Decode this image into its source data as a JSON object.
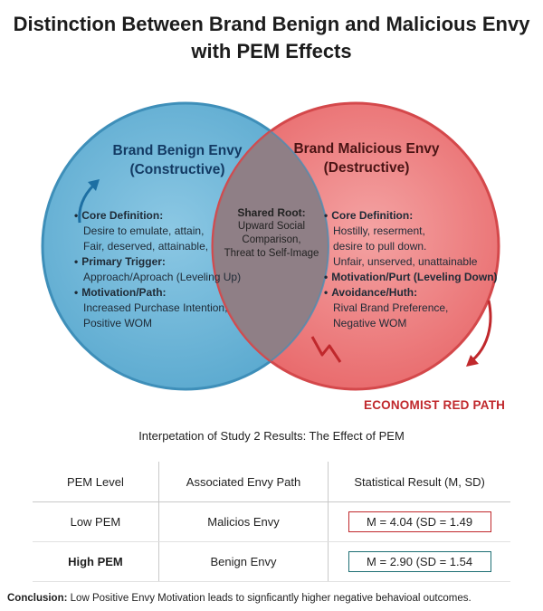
{
  "title": {
    "line1": "Distinction Between Brand Benign and Malicious Envy",
    "line2": "with PEM Effects"
  },
  "venn": {
    "benign": {
      "title_line1": "Brand Benign Envy",
      "title_line2": "(Constructive)",
      "core_label": "Core Definition:",
      "core_line1": "Desire to emulate, attain,",
      "core_line2": "Fair, deserved, attainable,",
      "trigger_label": "Primary Trigger:",
      "trigger_text": "Approach/Aproach (Leveling Up)",
      "motivation_label": "Motivation/Path:",
      "motivation_line1": "Increased Purchase Intention,",
      "motivation_line2": "Positive WOM",
      "color": "#5aa9cf"
    },
    "shared": {
      "label": "Shared Root:",
      "line1": "Upward Social",
      "line2": "Comparison,",
      "line3": "Threat to Self-Image"
    },
    "malicious": {
      "title_line1": "Brand Malicious Envy",
      "title_line2": "(Destructive)",
      "core_label": "Core Definition:",
      "core_line1": "Hostilly, reserment,",
      "core_line2": "desire to pull down.",
      "core_line3": "Unfair, unserved, unattainable",
      "motivation_label": "Motivation/Purt (Leveling Down)",
      "avoidance_label": "Avoidance/Huth:",
      "avoidance_line1": "Rival Brand Preference,",
      "avoidance_line2": "Negative WOM",
      "path_label": "ECONOMIST RED PATH",
      "color": "#e8686a"
    }
  },
  "results": {
    "subtitle": "Interpetation of Study 2 Results: The Effect of PEM",
    "headers": [
      "PEM Level",
      "Associated Envy Path",
      "Statistical Result (M, SD)"
    ],
    "rows": [
      {
        "level": "Low PEM",
        "path": "Malicios Envy",
        "result": "M = 4.04 (SD = 1.49"
      },
      {
        "level": "High PEM",
        "path": "Benign Envy",
        "result": "M = 2.90 (SD = 1.54"
      }
    ]
  },
  "conclusion": {
    "label": "Conclusion:",
    "text": "Low Positive Envy Motivation leads to signficantly higher negative behavioal outcomes."
  }
}
